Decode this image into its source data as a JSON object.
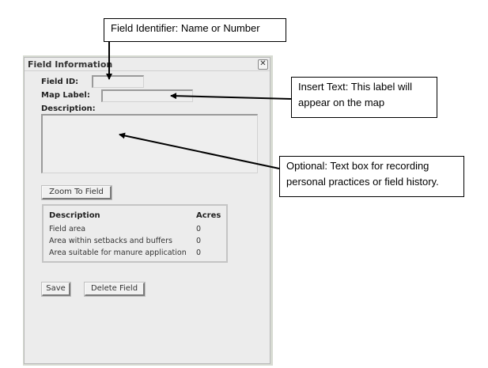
{
  "panel": {
    "title": "Field Information",
    "close_glyph": "✕",
    "field_id_label": "Field ID:",
    "field_id_value": "",
    "map_label_label": "Map Label:",
    "map_label_value": "",
    "description_label": "Description:",
    "description_value": "",
    "zoom_button": "Zoom To Field",
    "table": {
      "headers": [
        "Description",
        "Acres"
      ],
      "rows": [
        [
          "Field area",
          "0"
        ],
        [
          "Area within setbacks and buffers",
          "0"
        ],
        [
          "Area suitable for manure application",
          "0"
        ]
      ]
    },
    "save_button": "Save",
    "delete_button": "Delete Field"
  },
  "callouts": {
    "field_identifier": "Field Identifier: Name or Number",
    "insert_text": "Insert Text: This label will appear on the map",
    "optional": "Optional: Text box for recording personal practices or field history."
  },
  "icons": {
    "close": "close-icon"
  }
}
